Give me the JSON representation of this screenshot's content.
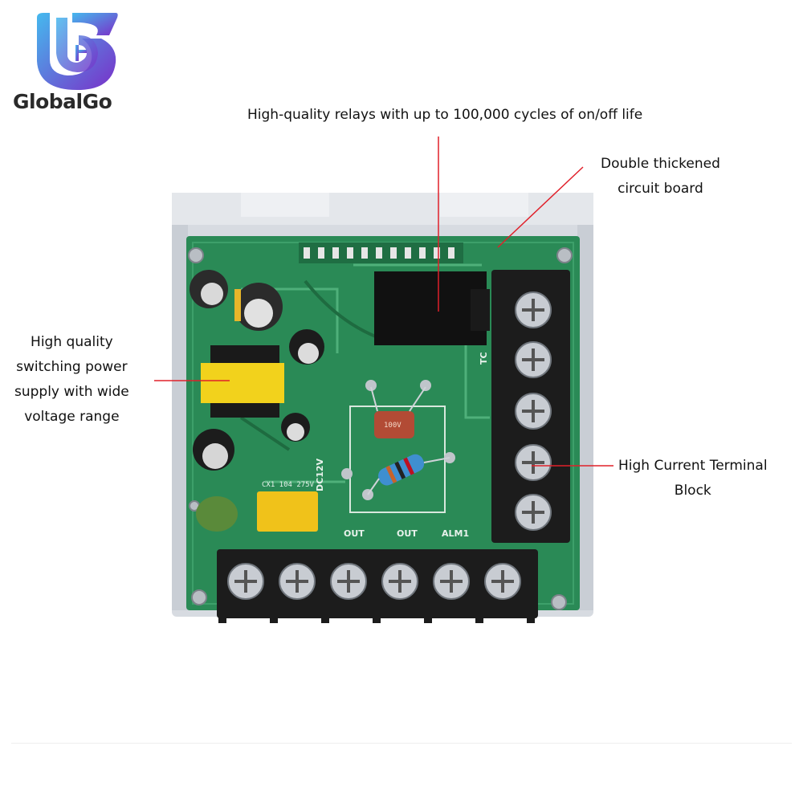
{
  "brand": {
    "name": "GlobalGo",
    "colors": {
      "mark_start": "#45b9ee",
      "mark_end": "#7a2fc8",
      "text": "#2a2a2a"
    }
  },
  "callouts": {
    "relays": [
      "High-quality relays with up to 100,000 cycles of on/off life"
    ],
    "board": [
      "Double thickened",
      "circuit board"
    ],
    "power": [
      "High quality",
      "switching power",
      "supply with wide",
      "voltage range"
    ],
    "terminal": [
      "High Current Terminal",
      "Block"
    ]
  },
  "pcb_labels": {
    "out1": "OUT",
    "out2": "OUT",
    "alm1": "ALM1",
    "dc12v": "DC12V",
    "cap_code": "CX1 104 275V",
    "resistor_cap": "100V",
    "tc": "TC"
  },
  "colors": {
    "pcb": "#2a8a56",
    "pcb_dark": "#1e6b40",
    "housing": "#d7dbe1",
    "terminal": "#1c1c1c",
    "screw": "#c8ccd2",
    "leader_line": "#e0202a",
    "transformer": "#f2d21c"
  }
}
